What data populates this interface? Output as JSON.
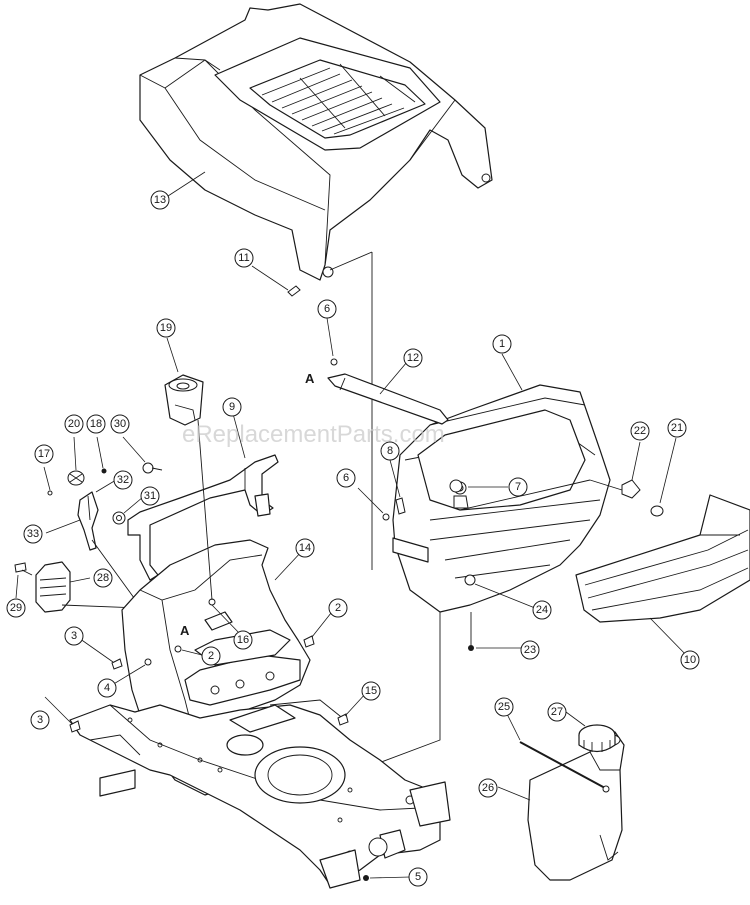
{
  "watermark": "eReplacementParts.com",
  "reference_mark": "A",
  "callouts": [
    {
      "id": "c1",
      "label": "1"
    },
    {
      "id": "c2a",
      "label": "2"
    },
    {
      "id": "c2b",
      "label": "2"
    },
    {
      "id": "c3a",
      "label": "3"
    },
    {
      "id": "c3b",
      "label": "3"
    },
    {
      "id": "c4",
      "label": "4"
    },
    {
      "id": "c5",
      "label": "5"
    },
    {
      "id": "c6a",
      "label": "6"
    },
    {
      "id": "c6b",
      "label": "6"
    },
    {
      "id": "c7",
      "label": "7"
    },
    {
      "id": "c8",
      "label": "8"
    },
    {
      "id": "c9",
      "label": "9"
    },
    {
      "id": "c10",
      "label": "10"
    },
    {
      "id": "c11",
      "label": "11"
    },
    {
      "id": "c12",
      "label": "12"
    },
    {
      "id": "c13",
      "label": "13"
    },
    {
      "id": "c14",
      "label": "14"
    },
    {
      "id": "c15",
      "label": "15"
    },
    {
      "id": "c16",
      "label": "16"
    },
    {
      "id": "c17",
      "label": "17"
    },
    {
      "id": "c18",
      "label": "18"
    },
    {
      "id": "c19",
      "label": "19"
    },
    {
      "id": "c20",
      "label": "20"
    },
    {
      "id": "c21",
      "label": "21"
    },
    {
      "id": "c22",
      "label": "22"
    },
    {
      "id": "c23",
      "label": "23"
    },
    {
      "id": "c24",
      "label": "24"
    },
    {
      "id": "c25",
      "label": "25"
    },
    {
      "id": "c26",
      "label": "26"
    },
    {
      "id": "c27",
      "label": "27"
    },
    {
      "id": "c28",
      "label": "28"
    },
    {
      "id": "c29",
      "label": "29"
    },
    {
      "id": "c30",
      "label": "30"
    },
    {
      "id": "c31",
      "label": "31"
    },
    {
      "id": "c32",
      "label": "32"
    },
    {
      "id": "c33",
      "label": "33"
    }
  ]
}
